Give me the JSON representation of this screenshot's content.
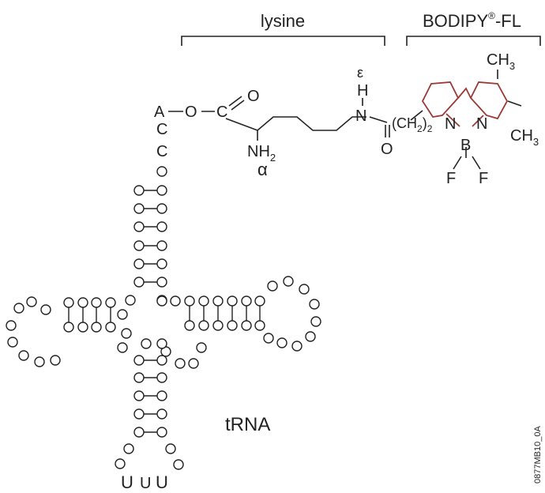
{
  "labels": {
    "lysine": "lysine",
    "bodipy_main": "BODIPY",
    "bodipy_reg": "®",
    "bodipy_suffix": "-FL",
    "trna": "tRNA",
    "figure_id": "0877MB10_0A"
  },
  "acceptor": [
    "A",
    "C",
    "C"
  ],
  "atoms": {
    "O1": "O",
    "C1": "C",
    "O2": "O",
    "NH2": "NH",
    "sub2": "2",
    "alpha": "α",
    "epsilon": "ε",
    "H": "H",
    "N1": "N",
    "O3": "O",
    "CH2": "(CH",
    "CH2sub": "2",
    "CH2close": ")",
    "CH2n": "2",
    "N2": "N",
    "N3": "N",
    "B": "B",
    "F1": "F",
    "F2": "F",
    "CH3a": "CH",
    "CH3asub": "3",
    "CH3b": "CH",
    "CH3bsub": "3"
  },
  "anticodon": [
    "U",
    "U",
    "U"
  ],
  "colors": {
    "ring": "#9a3a36",
    "ink": "#222222"
  }
}
